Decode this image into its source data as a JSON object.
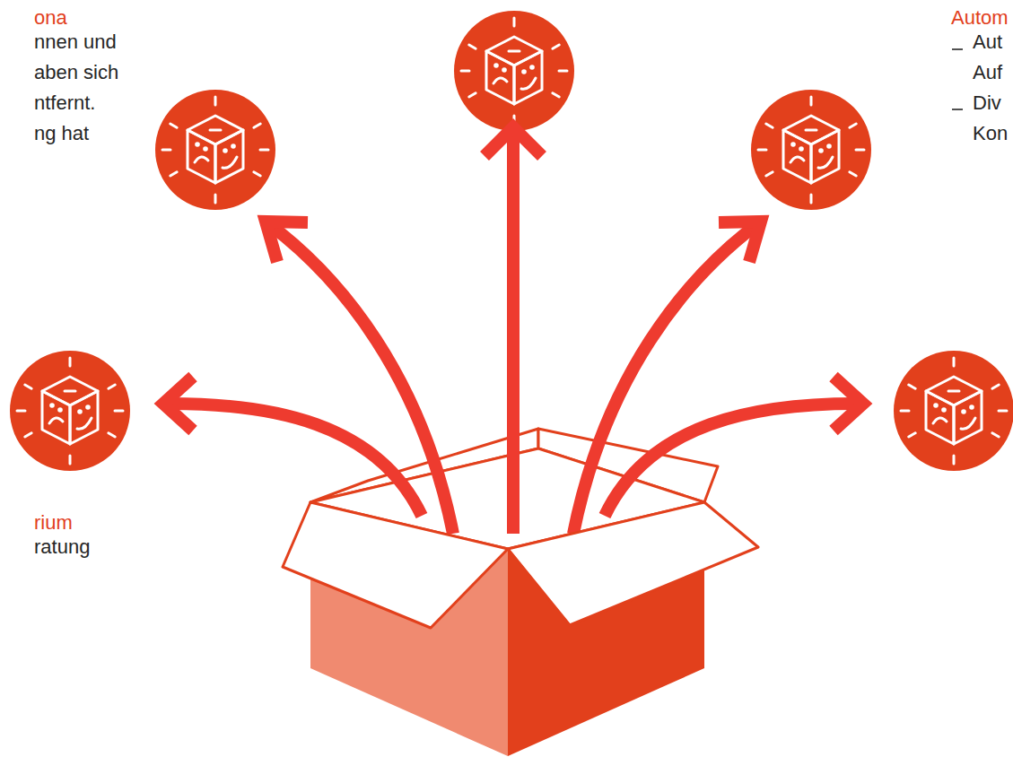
{
  "diagram": {
    "nodes": [
      {
        "text": [
          "ona",
          "nnen und aben sich ntfernt. ng hat"
        ]
      },
      {
        "text": [
          "rium",
          "ratung"
        ]
      },
      {
        "text": [
          "Autom",
          "Aut Auf",
          "Div Kon"
        ]
      }
    ]
  }
}
